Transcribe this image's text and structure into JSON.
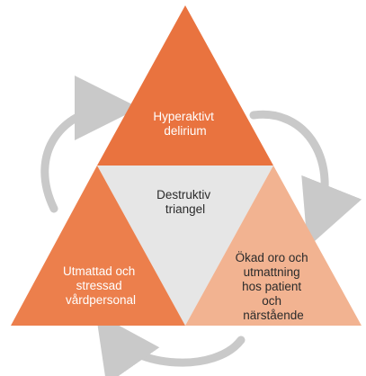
{
  "diagram": {
    "top": {
      "lines": [
        "Hyperaktivt",
        "delirium"
      ]
    },
    "center": {
      "lines": [
        "Destruktiv",
        "triangel"
      ]
    },
    "left": {
      "lines": [
        "Utmattad och",
        "stressad",
        "vårdpersonal"
      ]
    },
    "right": {
      "lines": [
        "Ökad oro och",
        "utmattning",
        "hos patient",
        "och",
        "närstående"
      ]
    },
    "colors": {
      "top": "#e9733f",
      "left": "#ec7f4c",
      "right": "#f2b391",
      "center": "#e6e6e6",
      "arrow": "#c9c9c9",
      "text_light": "#ffffff",
      "text_dark": "#2b2b2b"
    },
    "cycle_arrows": [
      "left-to-top",
      "top-to-right",
      "right-to-left"
    ]
  }
}
